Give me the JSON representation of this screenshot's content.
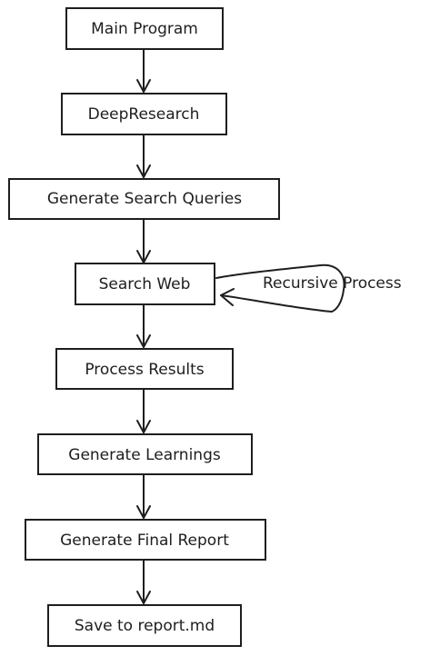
{
  "diagram": {
    "steps": [
      {
        "id": "main-program",
        "label": "Main Program"
      },
      {
        "id": "deep-research",
        "label": "DeepResearch"
      },
      {
        "id": "generate-search-queries",
        "label": "Generate Search Queries"
      },
      {
        "id": "search-web",
        "label": "Search Web"
      },
      {
        "id": "process-results",
        "label": "Process Results"
      },
      {
        "id": "generate-learnings",
        "label": "Generate Learnings"
      },
      {
        "id": "generate-final-report",
        "label": "Generate Final Report"
      },
      {
        "id": "save-to-report",
        "label": "Save to report.md"
      }
    ],
    "loop_label": "Recursive Process"
  }
}
